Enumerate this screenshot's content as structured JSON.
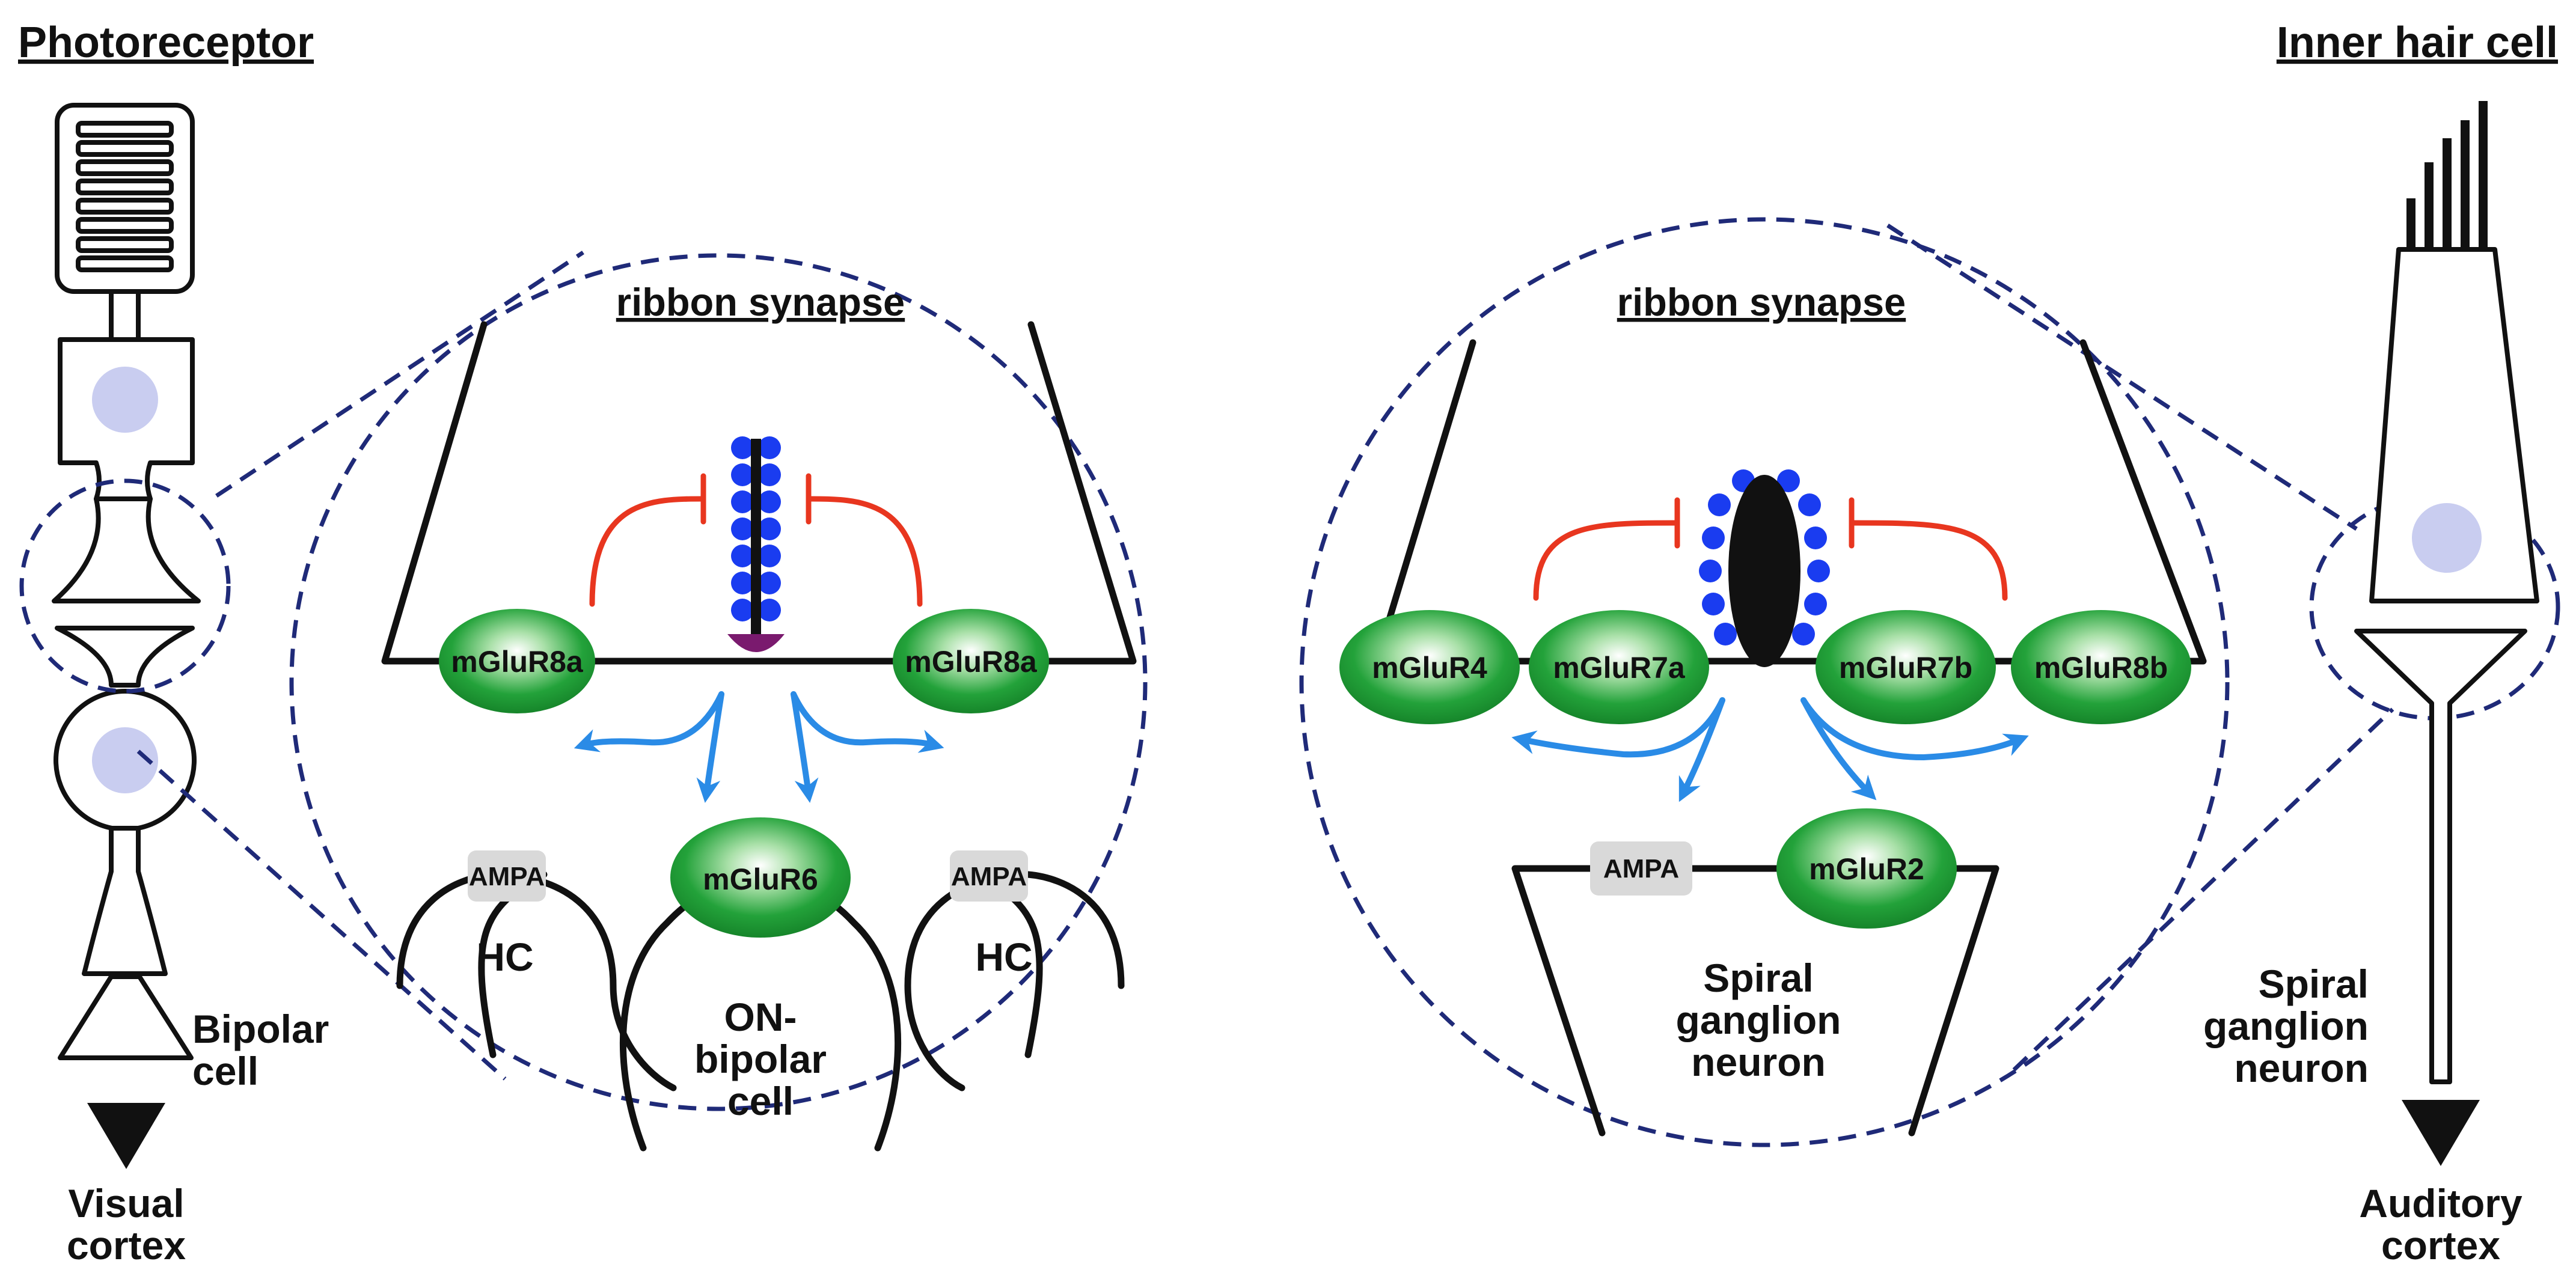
{
  "titles": {
    "left": "Photoreceptor",
    "right": "Inner hair cell"
  },
  "left_panel": {
    "subtitle": "ribbon synapse",
    "receptors": {
      "pre_left": "mGluR8a",
      "pre_right": "mGluR8a",
      "post": "mGluR6"
    },
    "ampa_left": "AMPA",
    "ampa_right": "AMPA",
    "hc_left": "HC",
    "hc_right": "HC",
    "on_bipolar": [
      "ON-",
      "bipolar",
      "cell"
    ]
  },
  "right_panel": {
    "subtitle": "ribbon synapse",
    "receptors": {
      "r1": "mGluR4",
      "r2": "mGluR7a",
      "r3": "mGluR7b",
      "r4": "mGluR8b",
      "post": "mGluR2"
    },
    "ampa": "AMPA",
    "neuron": [
      "Spiral",
      "ganglion",
      "neuron"
    ]
  },
  "left_cell": {
    "bipolar": [
      "Bipolar",
      "cell"
    ],
    "target": [
      "Visual",
      "cortex"
    ]
  },
  "right_cell": {
    "neuron": [
      "Spiral",
      "ganglion",
      "neuron"
    ],
    "target": [
      "Auditory",
      "cortex"
    ]
  },
  "colors": {
    "receptor_green": "#23a23a",
    "vesicle_blue": "#1a3cf0",
    "inhibition_red": "#e8361f",
    "arrow_blue": "#2a8be6",
    "outline_navy": "#1f2a78",
    "nucleus_lavender": "#c9cdf0",
    "ampa_gray": "#d9d9d9",
    "anchor_purple": "#7a1a6e"
  }
}
